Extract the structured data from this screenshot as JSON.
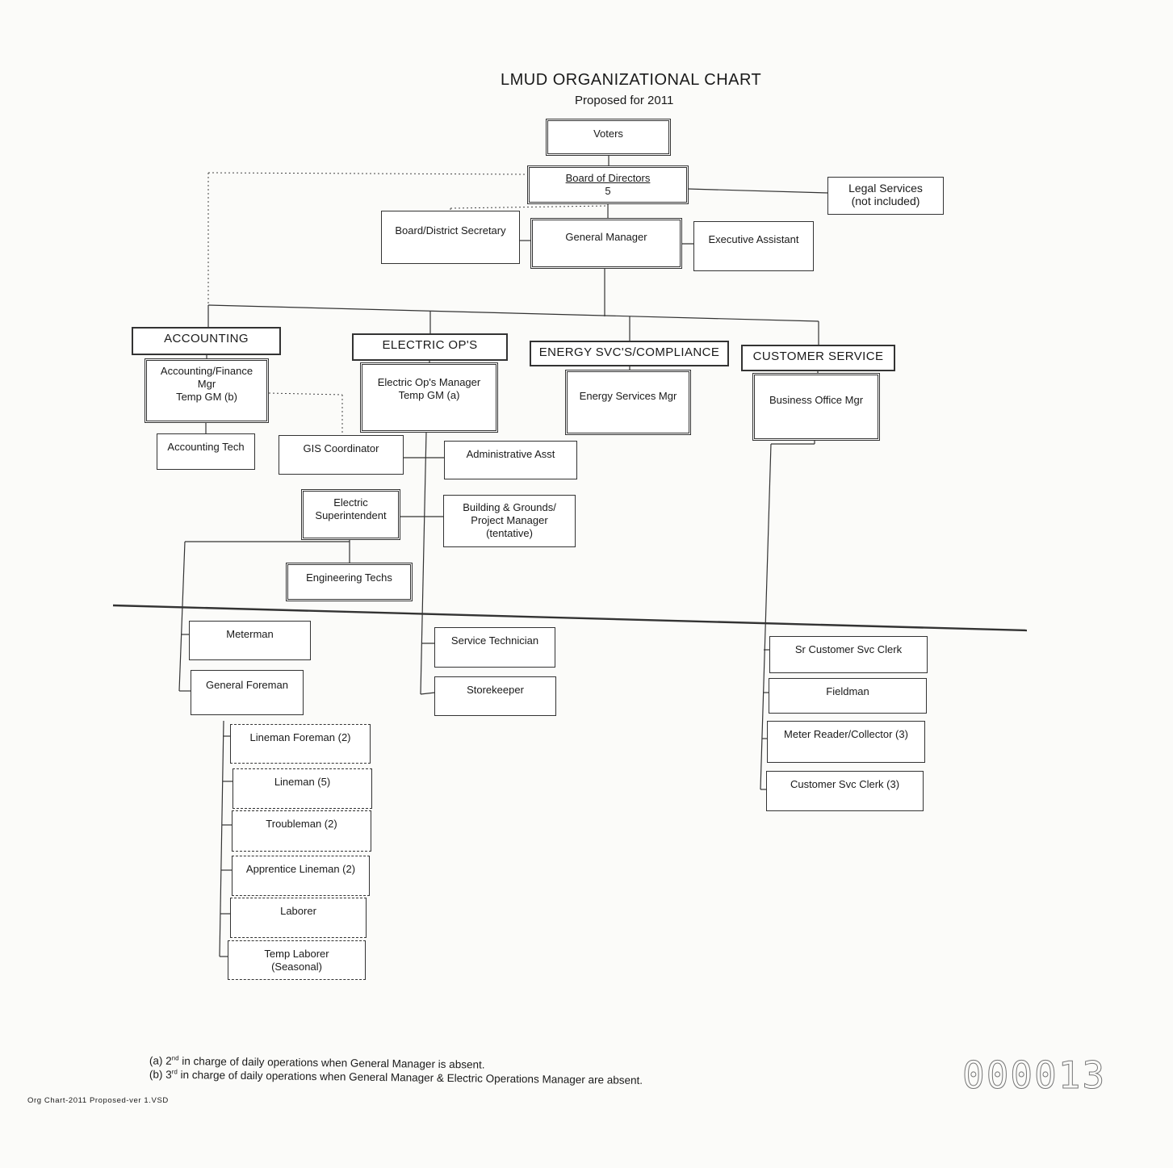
{
  "title": "LMUD ORGANIZATIONAL CHART",
  "subtitle": "Proposed for 2011",
  "nodes": {
    "voters": {
      "lines": [
        "Voters"
      ]
    },
    "board": {
      "lines": [
        "Board of Directors",
        "5"
      ]
    },
    "legal": {
      "lines": [
        "Legal Services",
        "(not included)"
      ]
    },
    "secretary": {
      "lines": [
        "Board/District Secretary"
      ]
    },
    "gm": {
      "lines": [
        "General Manager"
      ]
    },
    "exec_asst": {
      "lines": [
        "Executive Assistant"
      ]
    },
    "dept_accounting": {
      "lines": [
        "ACCOUNTING"
      ]
    },
    "dept_electric": {
      "lines": [
        "ELECTRIC OP'S"
      ]
    },
    "dept_energy": {
      "lines": [
        "ENERGY SVC'S/COMPLIANCE"
      ]
    },
    "dept_customer": {
      "lines": [
        "CUSTOMER SERVICE"
      ]
    },
    "acct_mgr": {
      "lines": [
        "Accounting/Finance",
        "Mgr",
        "Temp GM (b)"
      ]
    },
    "acct_tech": {
      "lines": [
        "Accounting Tech"
      ]
    },
    "elec_mgr": {
      "lines": [
        "Electric Op's Manager",
        "Temp GM (a)"
      ]
    },
    "energy_mgr": {
      "lines": [
        "Energy Services Mgr"
      ]
    },
    "bo_mgr": {
      "lines": [
        "Business Office Mgr"
      ]
    },
    "gis": {
      "lines": [
        "GIS Coordinator"
      ]
    },
    "admin_asst": {
      "lines": [
        "Administrative Asst"
      ]
    },
    "elec_super": {
      "lines": [
        "Electric",
        "Superintendent"
      ]
    },
    "bldg": {
      "lines": [
        "Building & Grounds/",
        "Project Manager",
        "(tentative)"
      ]
    },
    "eng_techs": {
      "lines": [
        "Engineering Techs"
      ]
    },
    "meterman": {
      "lines": [
        "Meterman"
      ]
    },
    "gen_foreman": {
      "lines": [
        "General Foreman"
      ]
    },
    "service_tech": {
      "lines": [
        "Service Technician"
      ]
    },
    "storekeeper": {
      "lines": [
        "Storekeeper"
      ]
    },
    "sr_clerk": {
      "lines": [
        "Sr Customer Svc Clerk"
      ]
    },
    "fieldman": {
      "lines": [
        "Fieldman"
      ]
    },
    "meter_reader": {
      "lines": [
        "Meter Reader/Collector (3)"
      ]
    },
    "cs_clerk": {
      "lines": [
        "Customer Svc Clerk (3)"
      ]
    },
    "lineman_foreman": {
      "lines": [
        "Lineman Foreman (2)"
      ]
    },
    "lineman": {
      "lines": [
        "Lineman (5)"
      ]
    },
    "troubleman": {
      "lines": [
        "Troubleman (2)"
      ]
    },
    "apprentice": {
      "lines": [
        "Apprentice Lineman (2)"
      ]
    },
    "laborer": {
      "lines": [
        "Laborer"
      ]
    },
    "temp_laborer": {
      "lines": [
        "Temp Laborer",
        "(Seasonal)"
      ]
    }
  },
  "footnotes": {
    "a_prefix": "(a) 2",
    "a_sup": "nd",
    "a_text": " in charge of daily operations when General Manager is absent.",
    "b_prefix": "(b) 3",
    "b_sup": "rd",
    "b_text": " in charge of daily operations when General Manager & Electric Operations Manager are absent."
  },
  "file_name": "Org Chart-2011 Proposed-ver 1.VSD",
  "bates_number": "000013"
}
